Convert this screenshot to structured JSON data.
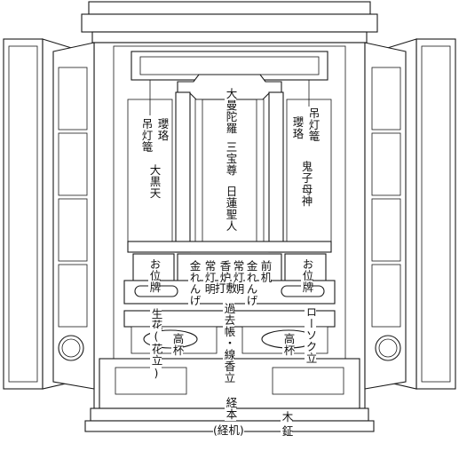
{
  "labels": {
    "daimandara": "大曼陀羅",
    "sanboson": "三宝尊",
    "nichiren": "日蓮聖人",
    "yoraku_left": "瓔珞",
    "tsuritoro_left": "吊灯篭",
    "daikokuten": "大黒天",
    "tsuritoro_right": "吊灯篭",
    "yoraku_right": "瓔珞",
    "kishimojin": "鬼子母神",
    "oihai_left": "お位牌",
    "oihai_right": "お位牌",
    "kinrenge_left": "金れんげ",
    "jotomyo_left": "常灯明",
    "koro": "香炉",
    "jotomyo_right": "常灯明",
    "maezukue": "前机",
    "kinrenge_right": "金れんげ",
    "uchishiki": "打敷",
    "kakocho_senkotate": "過去帳・線香立",
    "seika": "生花",
    "seika_tate": "(花立)",
    "takatsuki_left": "高杯",
    "takatsuki_right": "高杯",
    "rosokutate": "ローソク立",
    "kyohon": "経本",
    "kyozukue": "(経机)",
    "mokugyo": "木",
    "mokugyo2": "鉦"
  }
}
